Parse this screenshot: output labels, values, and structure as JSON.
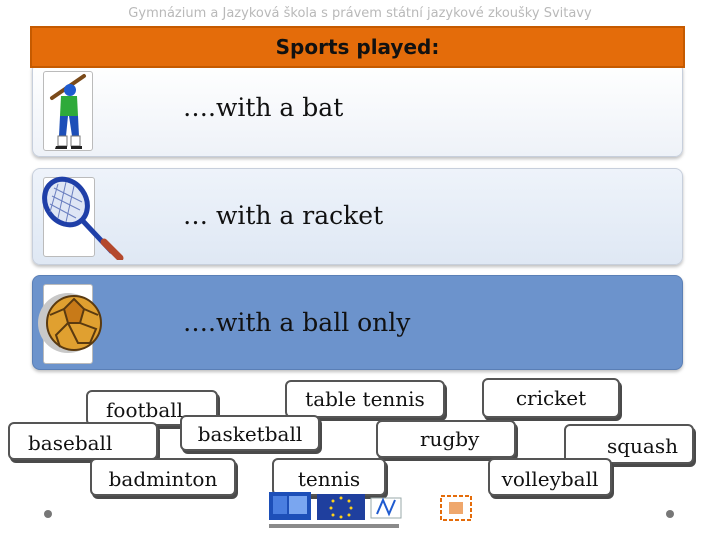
{
  "header": "Gymnázium a Jazyková škola s právem státní jazykové zkoušky Svitavy",
  "title": "Sports played:",
  "panels": {
    "bat": "….with a bat",
    "racket": "… with a racket",
    "ball": "….with a ball only"
  },
  "words": {
    "football": "football",
    "baseball": "baseball",
    "badminton": "badminton",
    "table_tennis": "table tennis",
    "basketball": "basketball",
    "tennis": "tennis",
    "cricket": "cricket",
    "rugby": "rugby",
    "squash": "squash",
    "volleyball": "volleyball"
  },
  "colors": {
    "title_bar": "#e46c0a",
    "panel_ball": "#6c93cc"
  },
  "icons": {
    "bat": "baseball-player-icon",
    "racket": "tennis-racket-icon",
    "ball": "handball-icon"
  }
}
